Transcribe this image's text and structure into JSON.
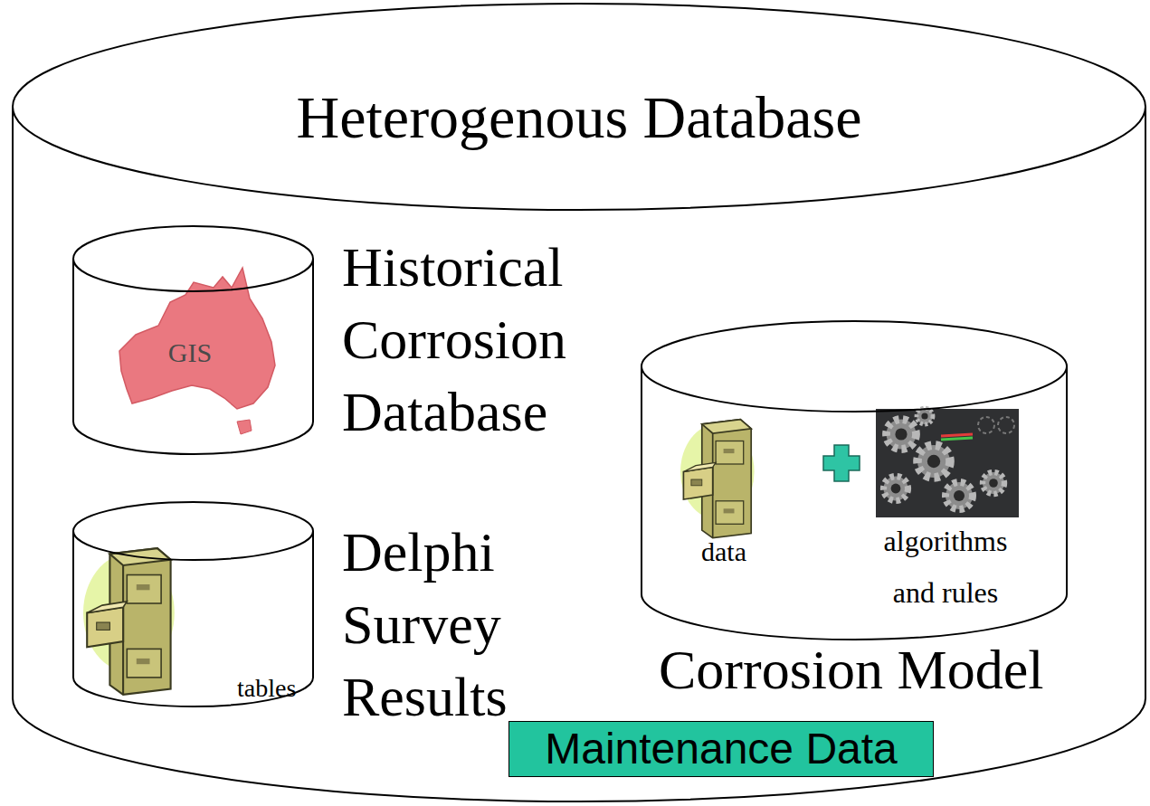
{
  "diagram": {
    "nodes": [
      {
        "text": [
          "Heterogenous Database"
        ]
      },
      {
        "text": [
          "GIS",
          "Historical Corrosion Database"
        ],
        "in": 0
      },
      {
        "text": [
          "tables",
          "Delphi Survey Results"
        ],
        "in": 0
      },
      {
        "text": [
          "data",
          "algorithms and rules",
          "Corrosion Model"
        ],
        "in": 0
      },
      {
        "text": [
          "Maintenance Data"
        ],
        "in": 0
      }
    ]
  }
}
